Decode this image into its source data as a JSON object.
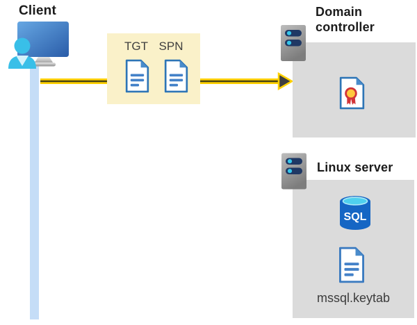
{
  "diagram": {
    "client": {
      "label": "Client"
    },
    "tickets": {
      "tgt": "TGT",
      "spn": "SPN"
    },
    "domain_controller": {
      "label": "Domain controller"
    },
    "linux_server": {
      "label": "Linux server",
      "sql": "SQL",
      "keytab": "mssql.keytab"
    },
    "icons": {
      "client": "client-user-computer-icon",
      "ticket_documents": "document-icon",
      "domain_controller": "server-icon",
      "certificate": "certificate-icon",
      "linux": "server-icon",
      "database": "sql-database-icon",
      "keytab_file": "document-icon"
    },
    "colors": {
      "highlight_box": "#faf1c9",
      "arrow_yellow": "#ffd100",
      "arrow_dark": "#3f3f3f",
      "node_box_gray": "#dbdbdb",
      "document_blue": "#2e75b6",
      "connection_line_blue": "#c5ddf7",
      "server_bar_navy": "#1f3864",
      "accent_cyan": "#35c6ea",
      "sql_body_blue": "#1566c4",
      "seal_red": "#d13438",
      "seal_yellow": "#ffc83d",
      "heading_text": "#1b1b1b",
      "label_text": "#3f3f3f"
    }
  }
}
